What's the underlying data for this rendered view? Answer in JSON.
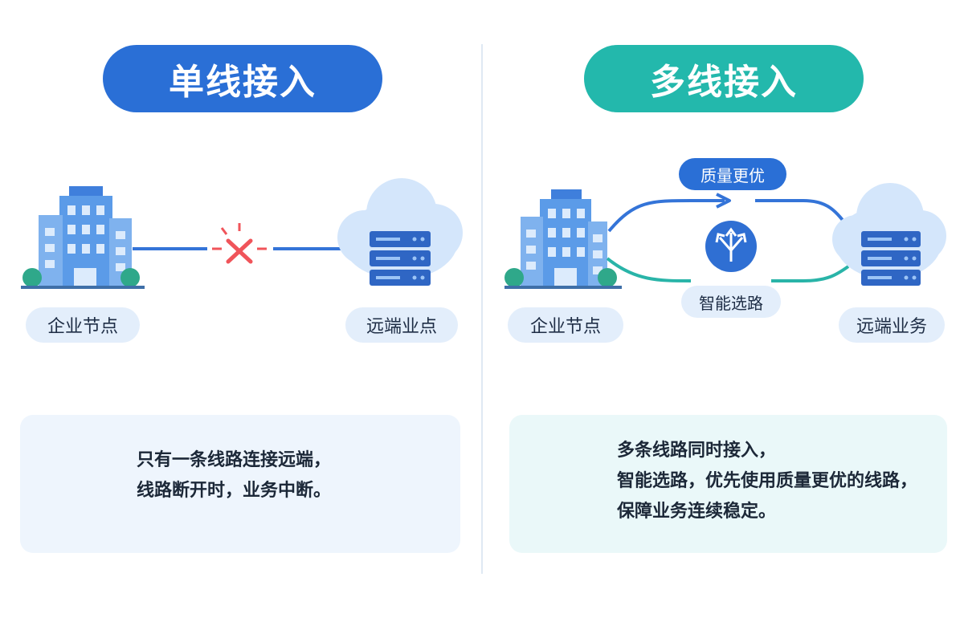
{
  "left": {
    "title": "单线接入",
    "node_label": "企业节点",
    "remote_label": "远端业点",
    "info_lines": [
      "只有一条线路连接远端，",
      "线路断开时，业务中断。"
    ],
    "icon": "exclamation-icon"
  },
  "right": {
    "title": "多线接入",
    "node_label": "企业节点",
    "remote_label": "远端业务",
    "route_top_label": "质量更优",
    "route_bottom_label": "智能选路",
    "info_lines": [
      "多条线路同时接入，",
      "智能选路，优先使用质量更优的线路，",
      "保障业务连续稳定。"
    ],
    "icon": "checkmark-icon"
  },
  "colors": {
    "blue": "#2a6fd6",
    "teal": "#23b8ac",
    "error": "#f0545a",
    "success": "#25b6a8"
  }
}
